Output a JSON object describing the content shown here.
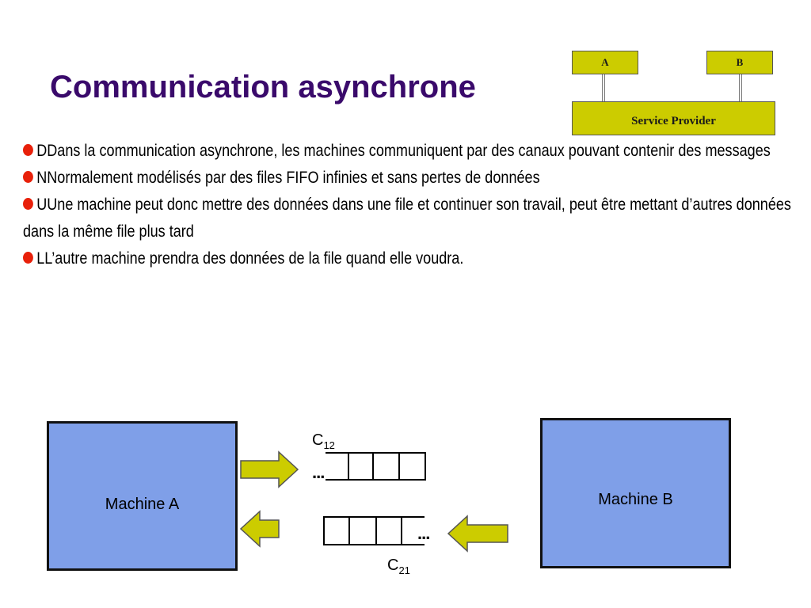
{
  "title": "Communication asynchrone",
  "mini_diagram": {
    "box_a": "A",
    "box_b": "B",
    "service_provider": "Service Provider"
  },
  "bullets": [
    "DDans la communication asynchrone,  les machines communiquent par des canaux pouvant contenir des messages",
    "NNormalement modélisés par des files FIFO infinies et sans pertes de données",
    "UUne machine peut donc mettre des données dans une file et continuer son travail, peut être mettant d’autres données dans la même file plus tard",
    "LL’autre machine prendra des données de la file quand elle voudra."
  ],
  "diagram": {
    "machine_a": "Machine A",
    "machine_b": "Machine B",
    "channel_c12": {
      "letter": "C",
      "index": "12"
    },
    "channel_c21": {
      "letter": "C",
      "index": "21"
    },
    "ellipsis": "..."
  },
  "colors": {
    "title": "#3a0a6b",
    "bullet": "#e8200a",
    "machine_fill": "#7f9fe8",
    "arrow_fill": "#cccc00",
    "service_box_fill": "#cccc00"
  }
}
